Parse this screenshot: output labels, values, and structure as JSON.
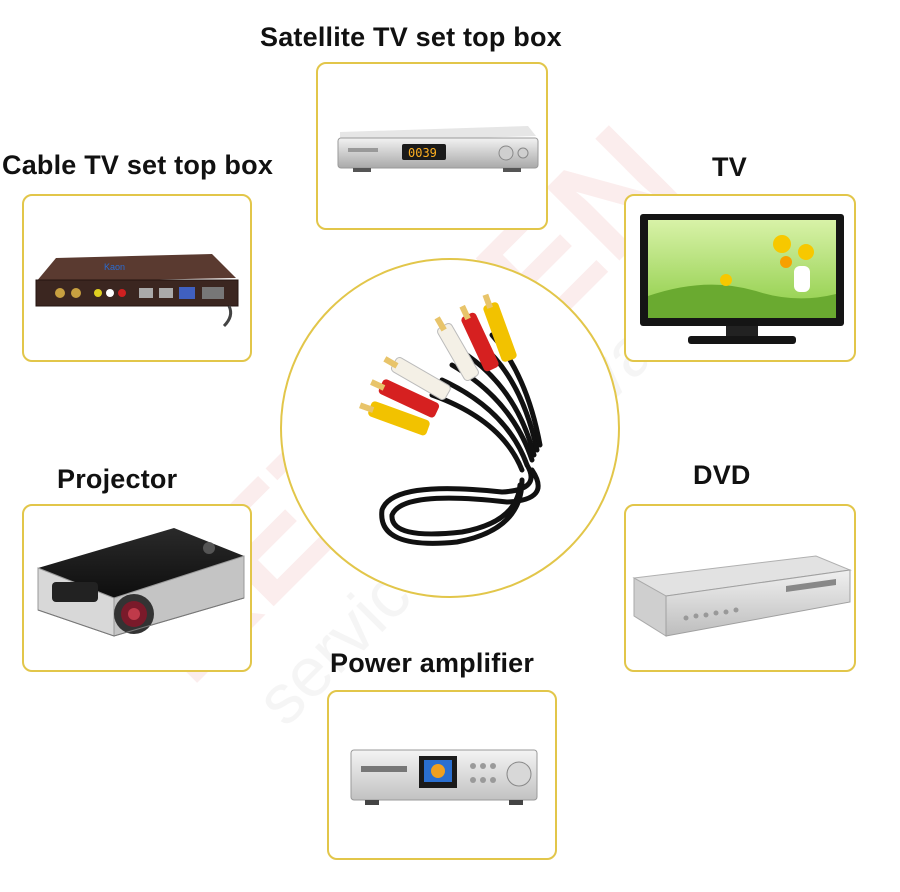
{
  "labels": {
    "satellite": "Satellite TV set top box",
    "cable": "Cable TV set top box",
    "tv": "TV",
    "projector": "Projector",
    "dvd": "DVD",
    "amplifier": "Power amplifier"
  },
  "satellite_display": "0039",
  "colors": {
    "frame": "#e2c64a",
    "rca_yellow": "#f2c200",
    "rca_red": "#d62020",
    "rca_white": "#f4f0e6",
    "cable": "#111111"
  },
  "icons": [
    "satellite-box-icon",
    "cable-box-icon",
    "tv-icon",
    "projector-icon",
    "dvd-player-icon",
    "amplifier-icon",
    "rca-cable-icon"
  ]
}
